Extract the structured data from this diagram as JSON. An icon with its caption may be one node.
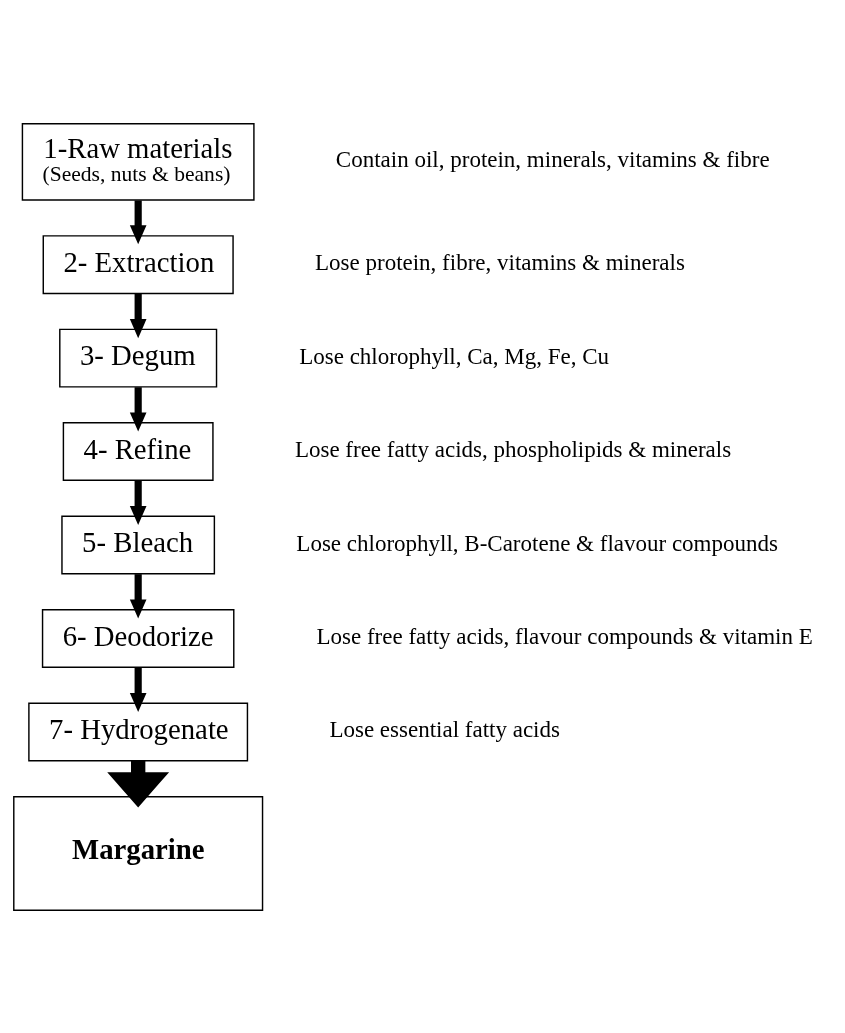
{
  "diagram": {
    "nodes": [
      {
        "text": [
          "1-Raw materials",
          "(Seeds, nuts & beans)"
        ],
        "beside": [
          "Contain oil, protein, minerals, vitamins & fibre"
        ]
      },
      {
        "text": [
          "2- Extraction"
        ],
        "beside": [
          "Lose protein, fibre, vitamins & minerals"
        ]
      },
      {
        "text": [
          "3- Degum"
        ],
        "beside": [
          "Lose chlorophyll, Ca, Mg, Fe, Cu"
        ]
      },
      {
        "text": [
          "4- Refine"
        ],
        "beside": [
          "Lose free fatty acids, phospholipids & minerals"
        ]
      },
      {
        "text": [
          "5- Bleach"
        ],
        "beside": [
          "Lose chlorophyll, B-Carotene & flavour compounds"
        ]
      },
      {
        "text": [
          "6- Deodorize"
        ],
        "beside": [
          "Lose free fatty acids, flavour compounds & vitamin E"
        ]
      },
      {
        "text": [
          "7- Hydrogenate"
        ],
        "beside": [
          "Lose essential fatty acids"
        ]
      },
      {
        "text": [
          "Margarine"
        ]
      }
    ],
    "edges": [
      {
        "from": 0,
        "to": 1,
        "arrow": "to"
      },
      {
        "from": 1,
        "to": 2,
        "arrow": "to"
      },
      {
        "from": 2,
        "to": 3,
        "arrow": "to"
      },
      {
        "from": 3,
        "to": 4,
        "arrow": "to"
      },
      {
        "from": 4,
        "to": 5,
        "arrow": "to"
      },
      {
        "from": 5,
        "to": 6,
        "arrow": "to"
      },
      {
        "from": 6,
        "to": 7,
        "arrow": "to",
        "style": "thick"
      }
    ]
  }
}
